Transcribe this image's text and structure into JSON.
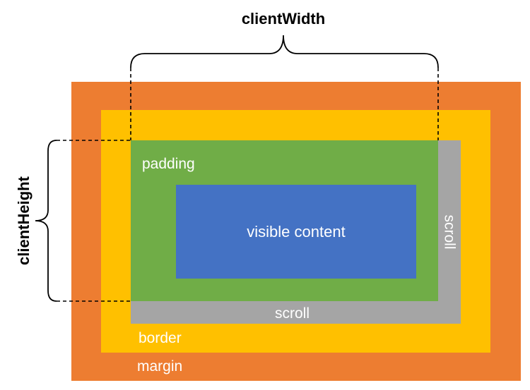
{
  "labels": {
    "client_width": "clientWidth",
    "client_height": "clientHeight",
    "padding": "padding",
    "visible_content": "visible content",
    "scroll_right": "scroll",
    "scroll_bottom": "scroll",
    "border": "border",
    "margin": "margin"
  },
  "colors": {
    "margin": "#ED7D31",
    "border": "#FFC000",
    "scrollbar": "#A5A5A5",
    "padding": "#70AD47",
    "content": "#4472C4",
    "label_text": "#FFFFFF",
    "dimension_text": "#000000"
  }
}
